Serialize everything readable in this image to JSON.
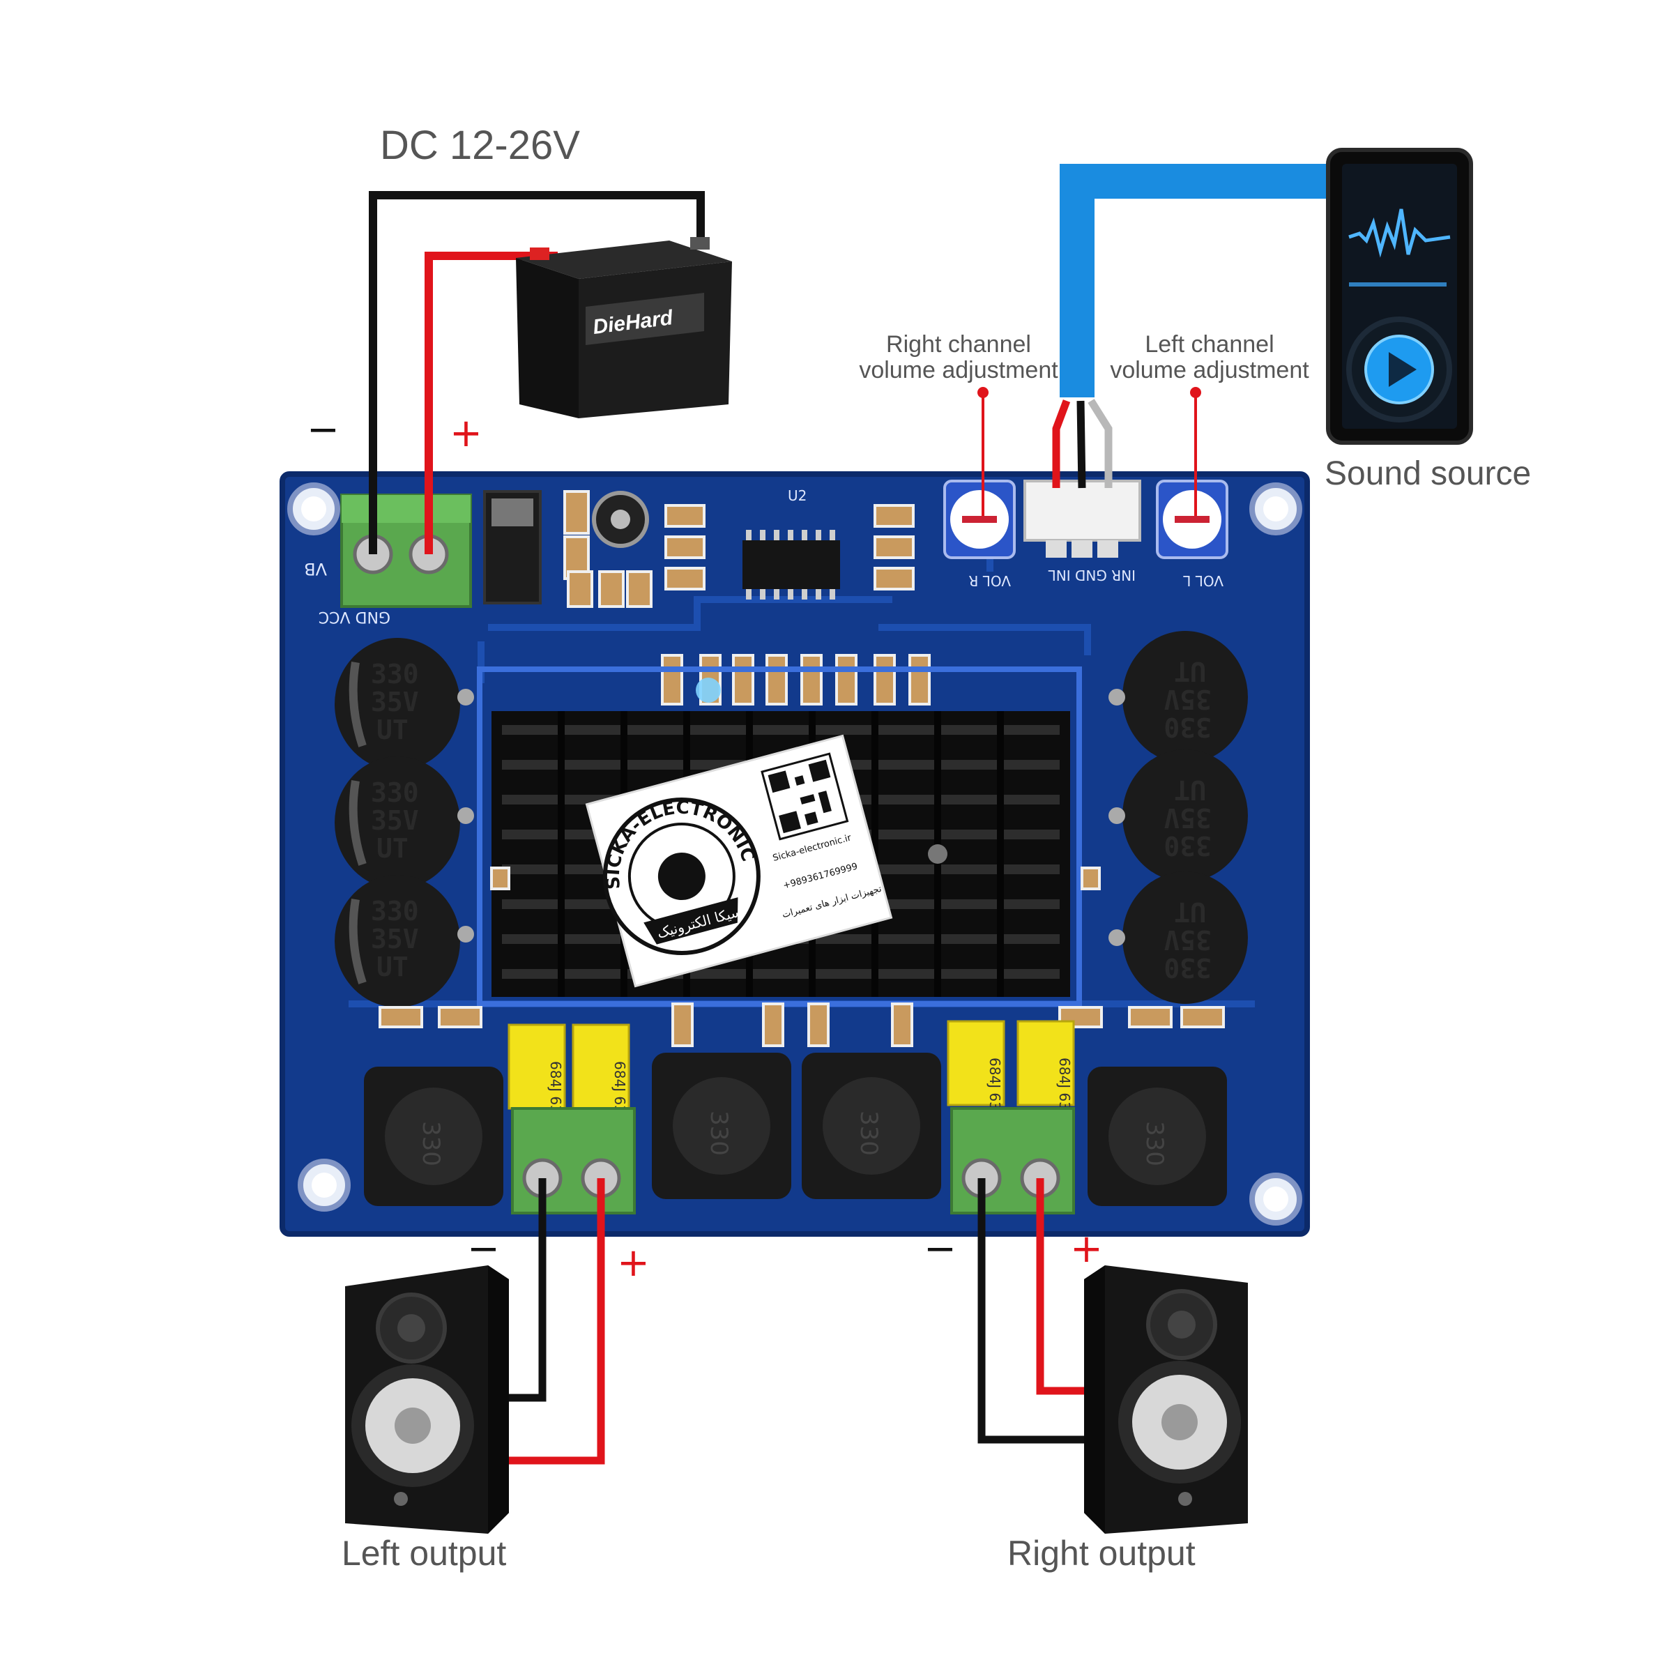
{
  "labels": {
    "power": "DC 12-26V",
    "right_volume": [
      "Right channel",
      "volume adjustment"
    ],
    "left_volume": [
      "Left channel",
      "volume adjustment"
    ],
    "sound_source": "Sound source",
    "left_output": "Left output",
    "right_output": "Right output",
    "minus": "−",
    "plus": "+"
  },
  "battery": {
    "brand": "DieHard"
  },
  "board": {
    "terminal_vb": "VB",
    "terminal_pins": "GND  VCC",
    "pot_right": "VOL  R",
    "pot_left": "VOL  L",
    "input_pins": "INR  GND  INL",
    "ic_label": "U2",
    "cap_lines": [
      "330",
      "35V",
      "UT"
    ],
    "film_cap": "684J 63",
    "inductor": "330"
  },
  "sticker": {
    "brand": "SICKA-ELECTRONIC.IR",
    "brand_fa": "سیکا الکترونیک",
    "site": "Sicka-electronic.ir",
    "phone": "+989361769999",
    "tag_fa": "تجهیزات ابزار های تعمیرات"
  },
  "colors": {
    "pcb": "#123a8c",
    "pcb_edge": "#0c2a6a",
    "wire_red": "#e0141b",
    "wire_black": "#111111",
    "wire_blue": "#1a8ce0",
    "terminal_green": "#5aa84e",
    "film_cap_yellow": "#f2e21a"
  },
  "icons": [
    "battery-icon",
    "music-player-icon",
    "play-icon",
    "speaker-icon"
  ]
}
